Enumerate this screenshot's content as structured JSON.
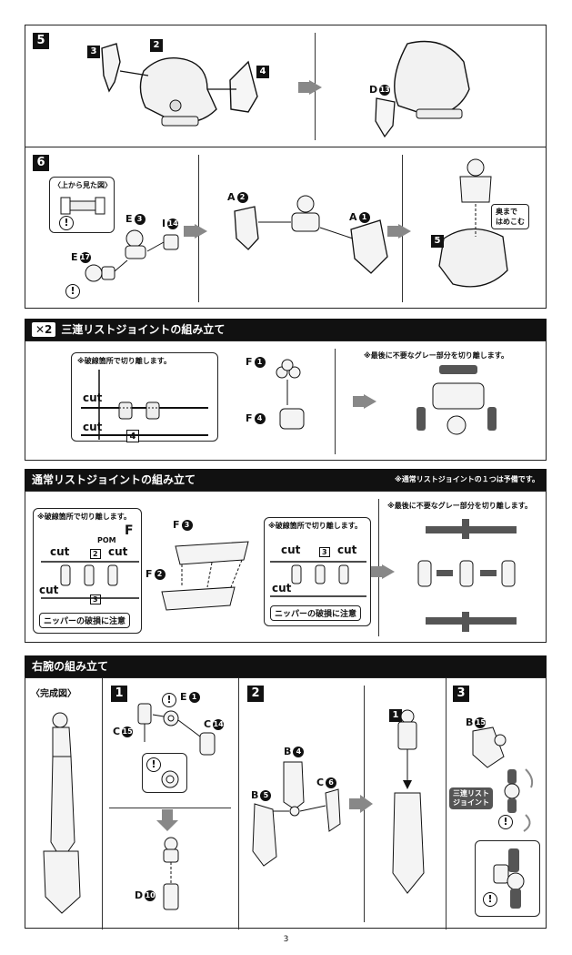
{
  "step5": {
    "num": "5",
    "parts": [
      "3",
      "2",
      "4"
    ],
    "result_label": "D",
    "result_num": "13"
  },
  "step6": {
    "num": "6",
    "topview_label": "〈上から見た図〉",
    "e3": "E",
    "e3n": "3",
    "i14": "I",
    "i14n": "14",
    "e17": "E",
    "e17n": "17",
    "a2": "A",
    "a2n": "2",
    "a1": "A",
    "a1n": "1",
    "ref5": "5",
    "balloon": "奥まで\nはめこむ"
  },
  "triple": {
    "x2": "✕2",
    "title": "三連リストジョイントの組み立て",
    "cut_note": "※破線箇所で切り離します。",
    "cut1": "cut",
    "cut2": "cut",
    "gate_num": "4",
    "f1": "F",
    "f1n": "1",
    "f4": "F",
    "f4n": "4",
    "gray_note": "※最後に不要なグレー部分を切り離します。"
  },
  "normal": {
    "title": "通常リストジョイントの組み立て",
    "spare_note": "※通常リストジョイントの１つは予備です。",
    "cut_note_left": "※破線箇所で切り離します。",
    "runner_letter": "F",
    "pom": "POM",
    "gate2": "2",
    "gate3": "3",
    "cut_a": "cut",
    "cut_b": "cut",
    "cut_c": "cut",
    "warn_left": "ニッパーの破損に注意",
    "f3": "F",
    "f3n": "3",
    "f2": "F",
    "f2n": "2",
    "cut_note_right": "※破線箇所で切り離します。",
    "gate3b": "3",
    "cut_d": "cut",
    "cut_e": "cut",
    "cut_f": "cut",
    "warn_right": "ニッパーの破損に注意",
    "gray_note": "※最後に不要なグレー部分を切り離します。"
  },
  "rightarm": {
    "title": "右腕の組み立て",
    "complete": "〈完成図〉",
    "s1": "1",
    "e1": "E",
    "e1n": "1",
    "c15": "C",
    "c15n": "15",
    "c14": "C",
    "c14n": "14",
    "d10": "D",
    "d10n": "10",
    "s2": "2",
    "b4": "B",
    "b4n": "4",
    "b5": "B",
    "b5n": "5",
    "c6": "C",
    "c6n": "6",
    "ref1": "1",
    "s3": "3",
    "b15": "B",
    "b15n": "15",
    "triple_pill": "三連リスト\nジョイント"
  },
  "page": "3"
}
